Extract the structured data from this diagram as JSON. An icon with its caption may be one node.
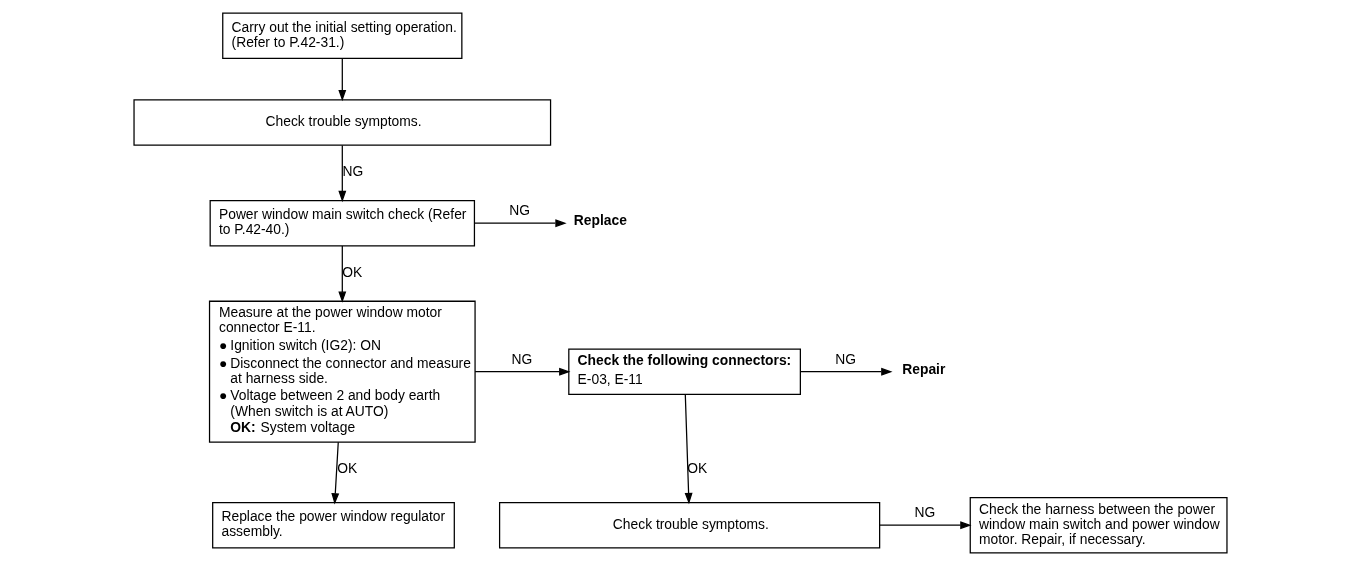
{
  "diagram": {
    "nodes": [
      {
        "text": [
          "Carry out the initial setting operation. (Refer to P.42-31.)"
        ]
      },
      {
        "text": [
          "Check trouble symptoms."
        ]
      },
      {
        "text": [
          "Power window main switch check (Refer to P.42-40.)"
        ]
      },
      {
        "text": [
          "Replace"
        ]
      },
      {
        "text": [
          "Measure at the power window motor connector E-11.",
          "●",
          "Ignition switch (IG2): ON",
          "●",
          "Disconnect the connector and measure at harness side.",
          "●",
          "Voltage between 2 and body earth (When switch is at AUTO)",
          "**OK:** System voltage"
        ]
      },
      {
        "text": [
          "Check the following connectors:",
          "E-03, E-11"
        ]
      },
      {
        "text": [
          "Repair"
        ]
      },
      {
        "text": [
          "Check trouble symptoms."
        ]
      },
      {
        "text": [
          "Check the harness between the power window main switch and power window motor. Repair, if necessary."
        ]
      },
      {
        "text": [
          "Replace the power window regulator assembly."
        ]
      }
    ],
    "edges": [
      {
        "from": 0,
        "to": 1,
        "arrow": "to"
      },
      {
        "from": 1,
        "to": 2,
        "arrow": "to",
        "label": "NG"
      },
      {
        "from": 2,
        "to": 3,
        "arrow": "to",
        "label": "NG"
      },
      {
        "from": 2,
        "to": 4,
        "arrow": "to",
        "label": "OK"
      },
      {
        "from": 4,
        "to": 5,
        "arrow": "to",
        "label": "NG"
      },
      {
        "from": 5,
        "to": 6,
        "arrow": "to",
        "label": "NG"
      },
      {
        "from": 5,
        "to": 7,
        "arrow": "to",
        "label": "OK"
      },
      {
        "from": 7,
        "to": 8,
        "arrow": "to",
        "label": "NG"
      },
      {
        "from": 4,
        "to": 9,
        "arrow": "to",
        "label": "OK"
      }
    ]
  }
}
